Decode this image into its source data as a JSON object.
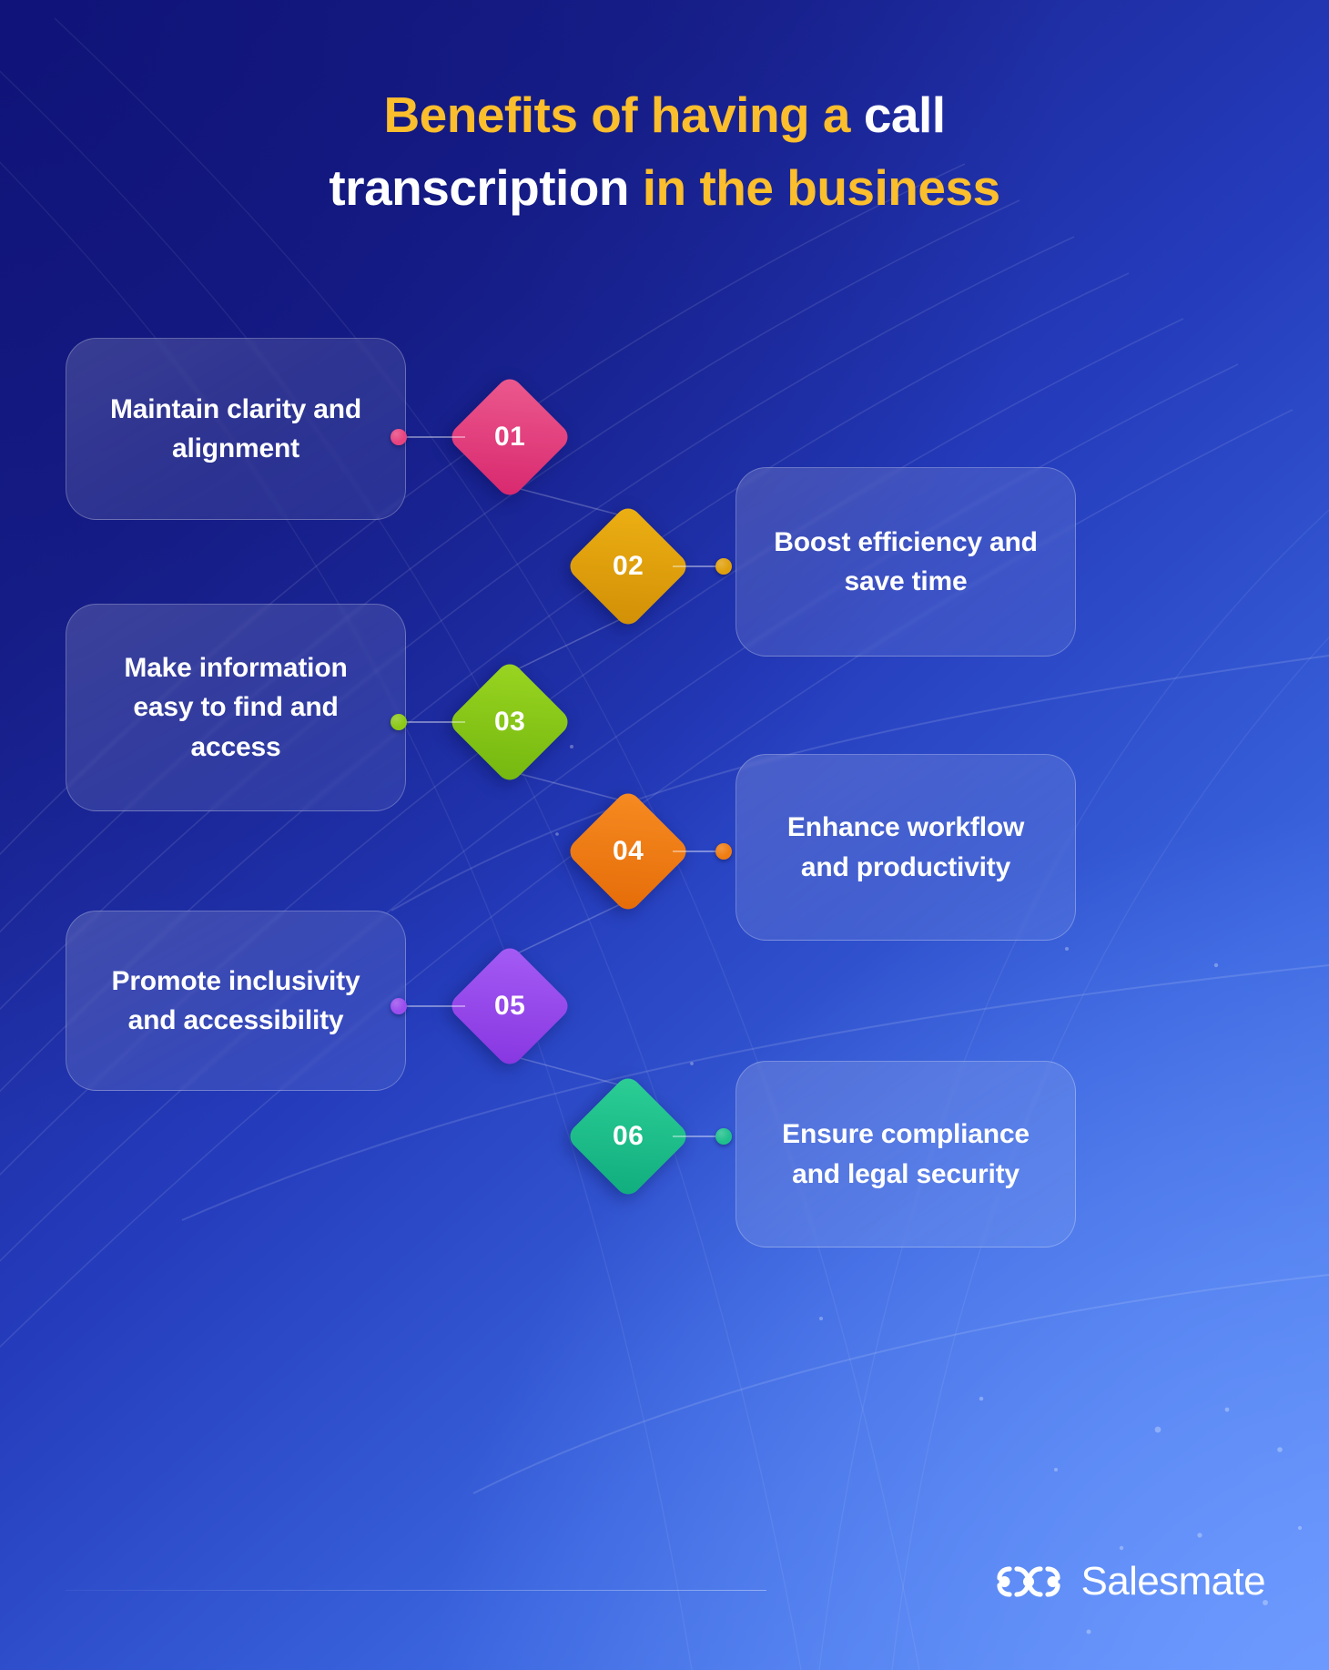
{
  "title": {
    "line1_a": "Benefits of having a ",
    "line1_b": "call",
    "line2_a": "transcription",
    "line2_b": " in the business",
    "accent_color": "#fbbe2c",
    "plain_color": "#ffffff"
  },
  "steps": [
    {
      "number": "01",
      "label": "Maintain clarity and alignment",
      "side": "left",
      "color_from": "#ec5a8e",
      "color_to": "#d8276e",
      "dot_color": "#e8447f"
    },
    {
      "number": "02",
      "label": "Boost efficiency and save time",
      "side": "right",
      "color_from": "#edb013",
      "color_to": "#d18f06",
      "dot_color": "#e0a00c"
    },
    {
      "number": "03",
      "label": "Make information easy to find and access",
      "side": "left",
      "color_from": "#9ad521",
      "color_to": "#74b70f",
      "dot_color": "#8cc818"
    },
    {
      "number": "04",
      "label": "Enhance workflow and productivity",
      "side": "right",
      "color_from": "#f78b22",
      "color_to": "#e56c08",
      "dot_color": "#ef7d12"
    },
    {
      "number": "05",
      "label": "Promote inclusivity and accessibility",
      "side": "left",
      "color_from": "#a55cf5",
      "color_to": "#8736e0",
      "dot_color": "#9b4dee"
    },
    {
      "number": "06",
      "label": "Ensure compliance and legal security",
      "side": "right",
      "color_from": "#2ccf96",
      "color_to": "#10ac7d",
      "dot_color": "#20c08c"
    }
  ],
  "brand": {
    "name": "Salesmate",
    "logo_icon": "salesmate-link-icon"
  },
  "theme": {
    "bg_from": "#131a7c",
    "bg_to": "#5287f2",
    "card_text_color": "#ffffff"
  }
}
